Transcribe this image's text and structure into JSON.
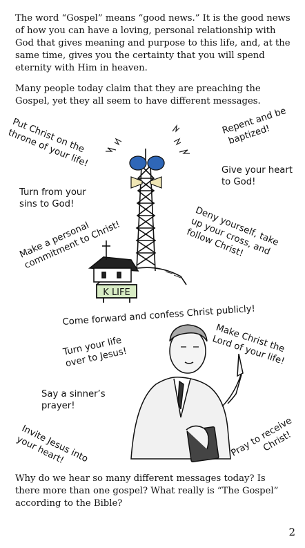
{
  "intro": {
    "paragraph1": "The word “Gospel” means “good news.” It is the good news of how you can have a loving, personal relationship with God that gives meaning and purpose to this life, and, at the same time, gives you the certainty that you will spend eternity with Him in heaven.",
    "paragraph2": "Many people today claim that they are preaching the Gospel, yet they all seem to have different messages."
  },
  "messages": {
    "throne_l1": "Put Christ on the",
    "throne_l2": "throne of your life!",
    "repent_l1": "Repent and be",
    "repent_l2": "baptized!",
    "heart_l1": "Give your heart",
    "heart_l2": "to God!",
    "turn_l1": "Turn from your",
    "turn_l2": "sins to God!",
    "deny_l1": "Deny yourself, take",
    "deny_l2": "up your cross, and",
    "deny_l3": "follow Christ!",
    "commit_l1": "Make a personal",
    "commit_l2": "commitment to Christ!",
    "forward": "Come forward and confess Christ publicly!",
    "lord_l1": "Make Christ the",
    "lord_l2": "Lord of your life!",
    "over_l1": "Turn your life",
    "over_l2": "over to Jesus!",
    "sinner_l1": "Say a sinner’s",
    "sinner_l2": "prayer!",
    "invite_l1": "Invite Jesus into",
    "invite_l2": "your heart!",
    "pray_l1": "Pray to receive",
    "pray_l2": "Christ!"
  },
  "sign_text": "K LIFE",
  "question": "Why do we hear so many different messages today? Is there more than one gospel? What really is “The Gospel” according to the Bible?",
  "page_number": "2",
  "colors": {
    "dish": "#2f67b8",
    "sign": "#d8ecc4",
    "horn": "#efe6b5"
  }
}
